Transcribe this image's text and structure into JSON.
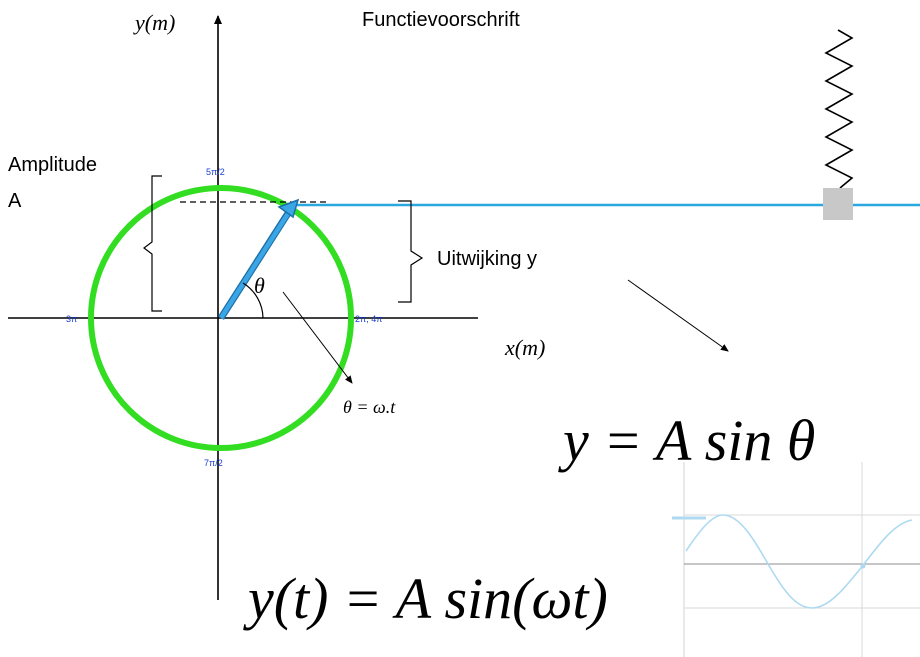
{
  "title": "Functievoorschrift",
  "axes": {
    "y_label": "y(m)",
    "x_label": "x(m)"
  },
  "labels": {
    "amplitude_line1": "Amplitude",
    "amplitude_line2": "A",
    "uitwijking": "Uitwijking y",
    "theta": "θ",
    "theta_eq": "θ = ω.t"
  },
  "circle_ticks": {
    "top": "5π/2",
    "left": "3π",
    "right": "2π, 4π",
    "bottom": "7π/2"
  },
  "formulas": {
    "y_equals": "y = A sin θ",
    "y_of_t": "y(t) = A sin(ωt)"
  },
  "colors": {
    "circle": "#33dd22",
    "vector": "#2a95d6",
    "horizontal_line": "#29a8e0",
    "mass": "#c8c8c8",
    "tick_text": "#1a3fd0",
    "sine": "#a6d6f0"
  }
}
